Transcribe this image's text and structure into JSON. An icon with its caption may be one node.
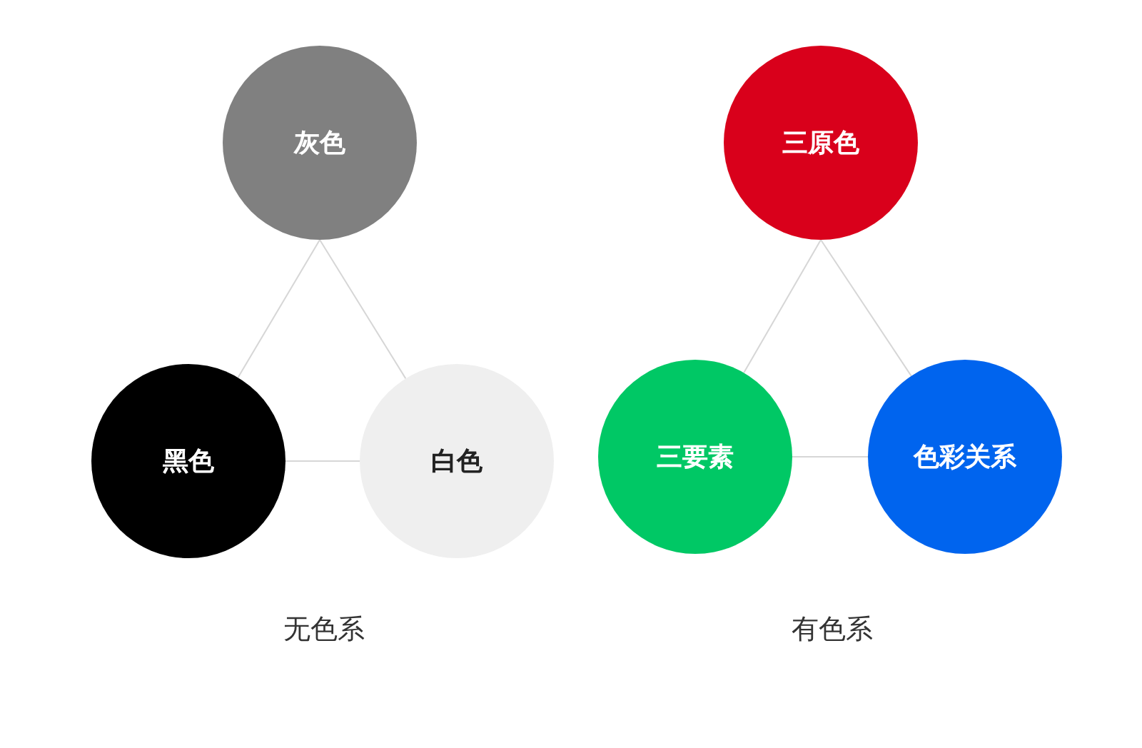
{
  "diagram": {
    "nodes": [
      {
        "text": [
          "灰色"
        ]
      },
      {
        "text": [
          "黑色"
        ]
      },
      {
        "text": [
          "白色"
        ]
      },
      {
        "text": [
          "三原色"
        ]
      },
      {
        "text": [
          "三要素"
        ]
      },
      {
        "text": [
          "色彩关系"
        ]
      }
    ],
    "edges": [
      {
        "from": 0,
        "to": 1,
        "arrow": "none"
      },
      {
        "from": 0,
        "to": 2,
        "arrow": "none"
      },
      {
        "from": 1,
        "to": 2,
        "arrow": "none"
      },
      {
        "from": 3,
        "to": 4,
        "arrow": "none"
      },
      {
        "from": 3,
        "to": 5,
        "arrow": "none"
      },
      {
        "from": 4,
        "to": 5,
        "arrow": "none"
      }
    ],
    "labels": [
      "无色系",
      "有色系"
    ]
  }
}
